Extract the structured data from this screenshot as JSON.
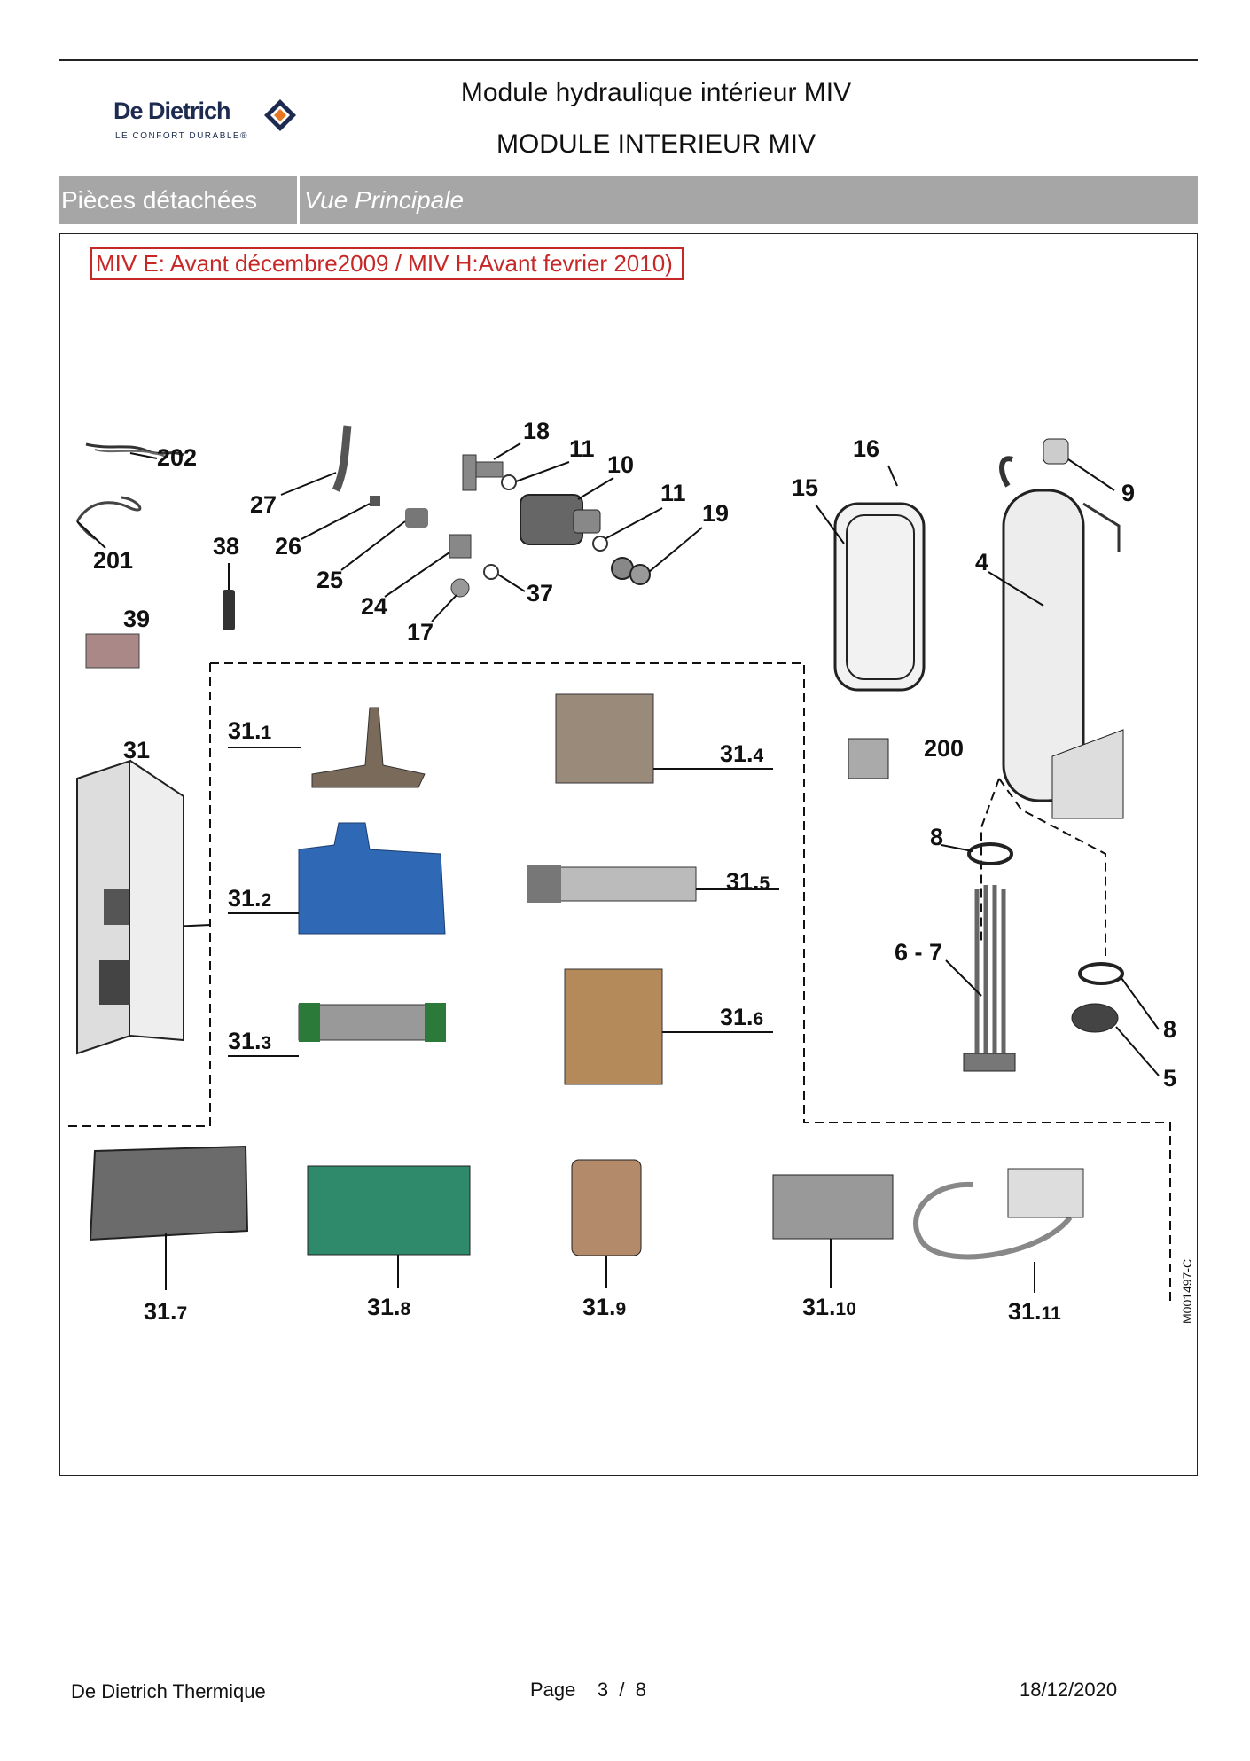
{
  "header": {
    "brand": "De Dietrich",
    "brand_tagline": "LE CONFORT DURABLE®",
    "title_line1": "Module hydraulique intérieur MIV",
    "title_line2": "MODULE INTERIEUR MIV"
  },
  "section_bar": {
    "left_label": "Pièces détachées",
    "right_label": "Vue Principale"
  },
  "notice": "MIV E: Avant décembre2009 / MIV H:Avant fevrier 2010)",
  "drawing_ref": "M001497-C",
  "part_labels": [
    {
      "id": "202",
      "text": "202"
    },
    {
      "id": "201",
      "text": "201"
    },
    {
      "id": "27",
      "text": "27"
    },
    {
      "id": "26",
      "text": "26"
    },
    {
      "id": "38",
      "text": "38"
    },
    {
      "id": "25",
      "text": "25"
    },
    {
      "id": "24",
      "text": "24"
    },
    {
      "id": "17",
      "text": "17"
    },
    {
      "id": "18",
      "text": "18"
    },
    {
      "id": "11a",
      "text": "11"
    },
    {
      "id": "10",
      "text": "10"
    },
    {
      "id": "11b",
      "text": "11"
    },
    {
      "id": "19",
      "text": "19"
    },
    {
      "id": "37",
      "text": "37"
    },
    {
      "id": "39",
      "text": "39"
    },
    {
      "id": "31",
      "text": "31"
    },
    {
      "id": "16",
      "text": "16"
    },
    {
      "id": "15",
      "text": "15"
    },
    {
      "id": "9",
      "text": "9"
    },
    {
      "id": "4",
      "text": "4"
    },
    {
      "id": "200",
      "text": "200"
    },
    {
      "id": "8a",
      "text": "8"
    },
    {
      "id": "6-7",
      "text": "6 - 7"
    },
    {
      "id": "8b",
      "text": "8"
    },
    {
      "id": "5",
      "text": "5"
    }
  ],
  "sub_parts": [
    {
      "main": "31.",
      "sub": "1"
    },
    {
      "main": "31.",
      "sub": "2"
    },
    {
      "main": "31.",
      "sub": "3"
    },
    {
      "main": "31.",
      "sub": "4"
    },
    {
      "main": "31.",
      "sub": "5"
    },
    {
      "main": "31.",
      "sub": "6"
    },
    {
      "main": "31.",
      "sub": "7"
    },
    {
      "main": "31.",
      "sub": "8"
    },
    {
      "main": "31.",
      "sub": "9"
    },
    {
      "main": "31.",
      "sub": "10"
    },
    {
      "main": "31.",
      "sub": "11"
    }
  ],
  "footer": {
    "company": "De Dietrich Thermique",
    "page_label": "Page",
    "page_current": "3",
    "page_sep": "/",
    "page_total": "8",
    "date": "18/12/2020"
  },
  "colors": {
    "notice_red": "#c62828",
    "bar_gray": "#a6a6a6",
    "brand_navy": "#1d2b50",
    "brand_orange": "#e87722"
  }
}
